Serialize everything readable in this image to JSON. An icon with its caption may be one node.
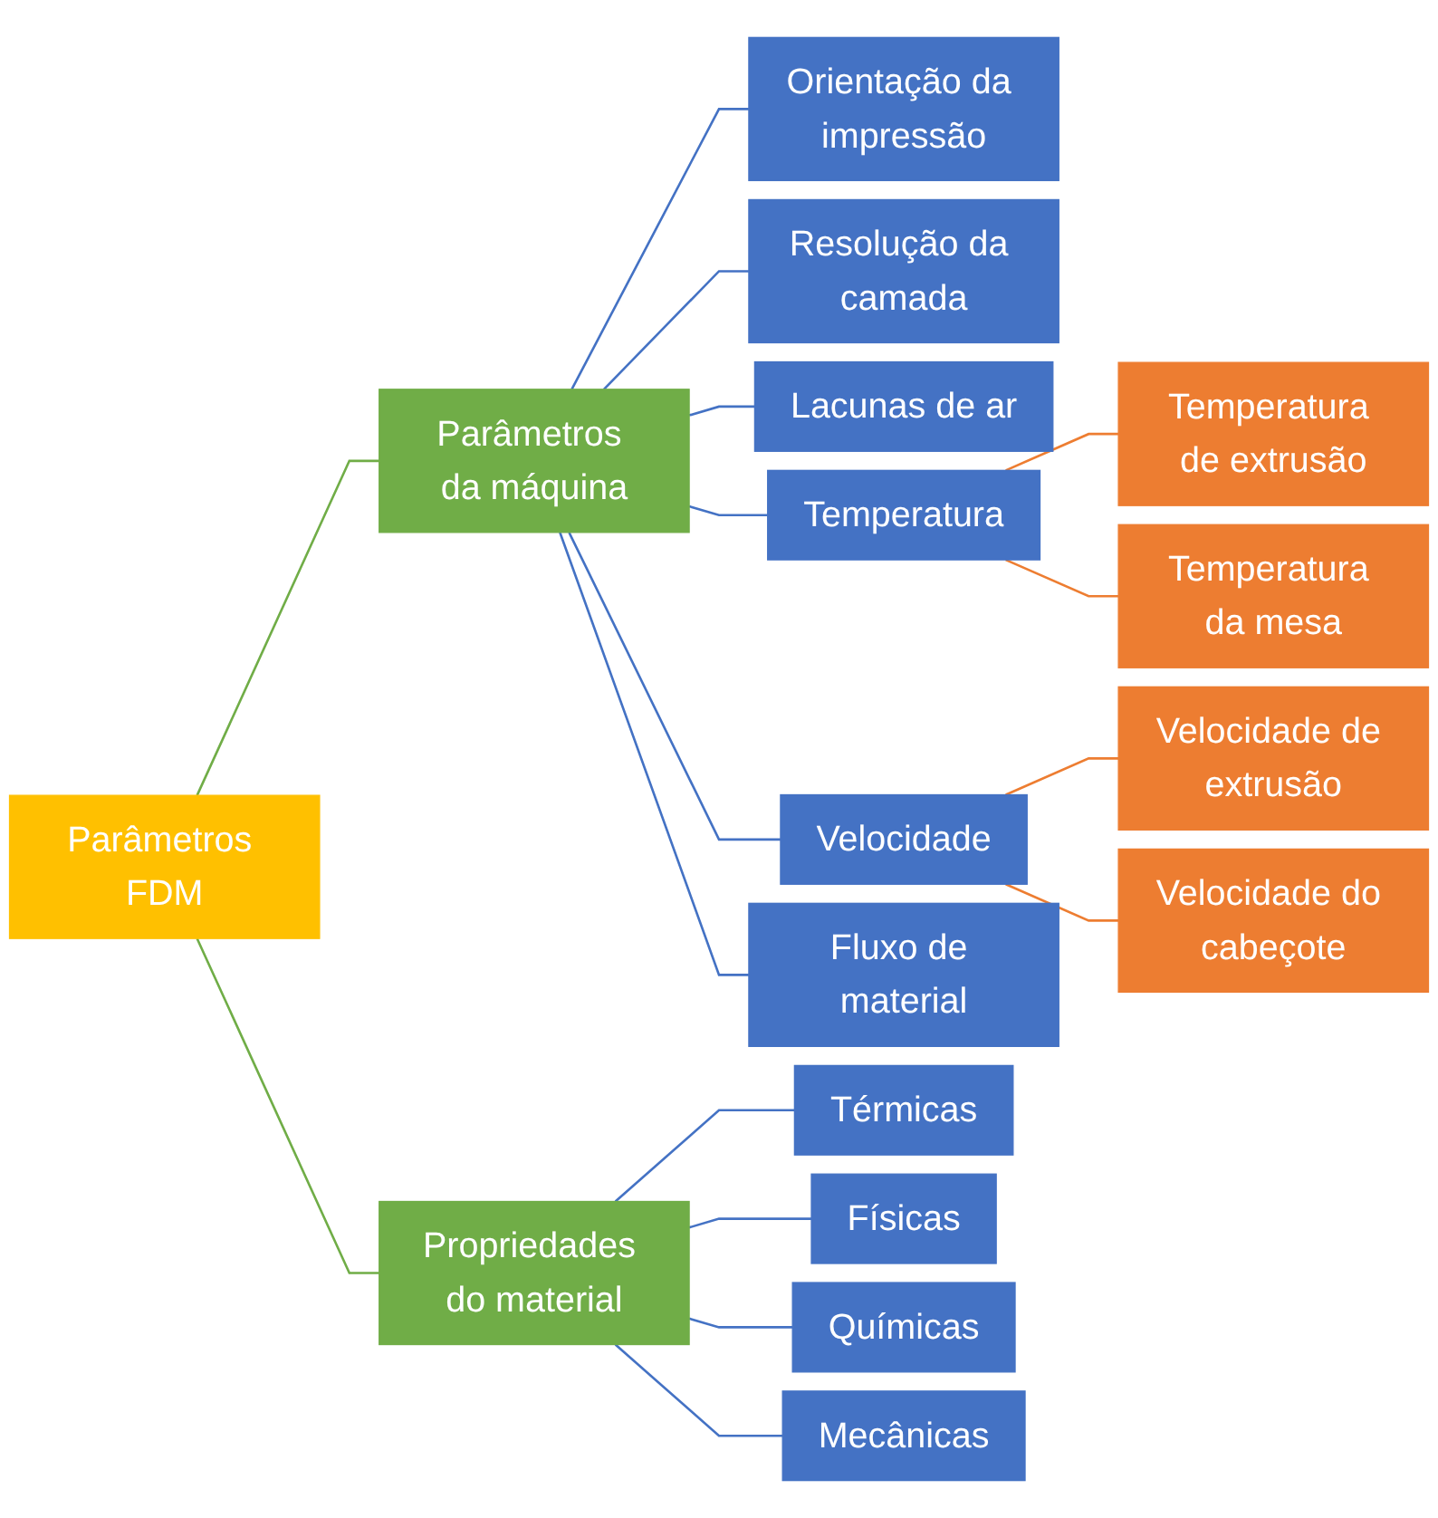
{
  "diagram": {
    "nodes": [
      {
        "text": [
          "Parâmetros FDM"
        ]
      },
      {
        "text": [
          "Parâmetros da máquina"
        ]
      },
      {
        "text": [
          "Orientação da impressão"
        ]
      },
      {
        "text": [
          "Resolução da camada"
        ]
      },
      {
        "text": [
          "Lacunas de ar"
        ]
      },
      {
        "text": [
          "Temperatura"
        ]
      },
      {
        "text": [
          "Temperatura de extrusão"
        ]
      },
      {
        "text": [
          "Temperatura da mesa"
        ]
      },
      {
        "text": [
          "Velocidade"
        ]
      },
      {
        "text": [
          "Velocidade de extrusão"
        ]
      },
      {
        "text": [
          "Velocidade do cabeçote"
        ]
      },
      {
        "text": [
          "Fluxo de material"
        ]
      },
      {
        "text": [
          "Propriedades do material"
        ]
      },
      {
        "text": [
          "Térmicas"
        ]
      },
      {
        "text": [
          "Físicas"
        ]
      },
      {
        "text": [
          "Químicas"
        ]
      },
      {
        "text": [
          "Mecânicas"
        ]
      }
    ],
    "edges": [
      {
        "from": 0,
        "to": 1,
        "arrow": "none",
        "color": "#70ad47"
      },
      {
        "from": 1,
        "to": 2,
        "arrow": "none"
      },
      {
        "from": 1,
        "to": 3,
        "arrow": "none"
      },
      {
        "from": 1,
        "to": 4,
        "arrow": "none"
      },
      {
        "from": 1,
        "to": 5,
        "arrow": "none"
      },
      {
        "from": 5,
        "to": 6,
        "arrow": "none",
        "color": "#ed7d31"
      },
      {
        "from": 5,
        "to": 7,
        "arrow": "none",
        "color": "#ed7d31"
      },
      {
        "from": 1,
        "to": 8,
        "arrow": "none"
      },
      {
        "from": 8,
        "to": 9,
        "arrow": "none",
        "color": "#ed7d31"
      },
      {
        "from": 8,
        "to": 10,
        "arrow": "none",
        "color": "#ed7d31"
      },
      {
        "from": 1,
        "to": 11,
        "arrow": "none"
      },
      {
        "from": 0,
        "to": 12,
        "arrow": "none",
        "color": "#70ad47"
      },
      {
        "from": 12,
        "to": 13,
        "arrow": "none"
      },
      {
        "from": 12,
        "to": 14,
        "arrow": "none"
      },
      {
        "from": 12,
        "to": 15,
        "arrow": "none"
      },
      {
        "from": 12,
        "to": 16,
        "arrow": "none"
      }
    ]
  }
}
